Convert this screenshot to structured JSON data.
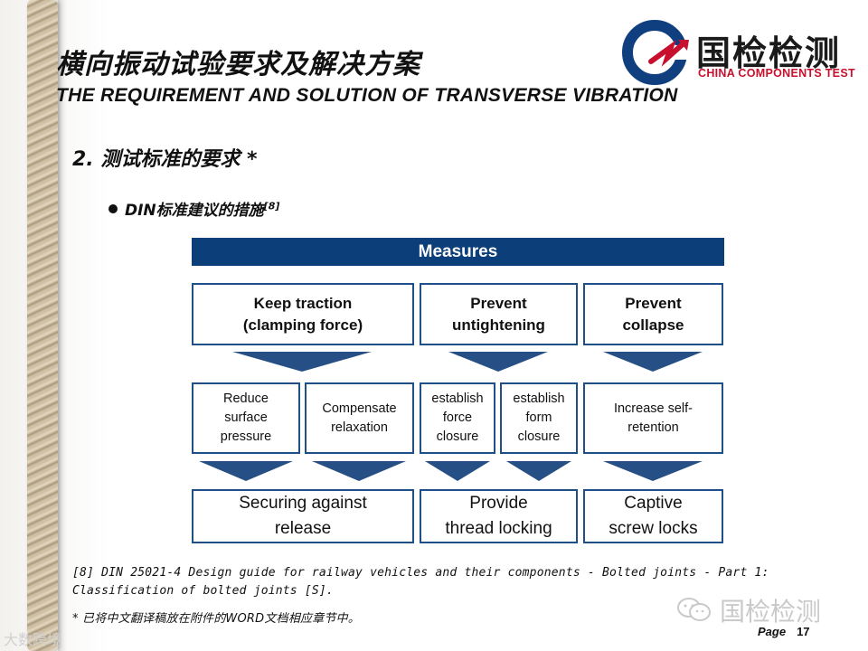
{
  "header": {
    "title_cn": "横向振动试验要求及解决方案",
    "title_en": "THE REQUIREMENT AND SOLUTION OF TRANSVERSE VIBRATION"
  },
  "logo": {
    "name_cn": "国检检测",
    "name_en": "CHINA COMPONENTS TEST",
    "colors": {
      "blue": "#0f3f7f",
      "red": "#c8102e"
    }
  },
  "section": {
    "heading": "2. 测试标准的要求 *"
  },
  "bullet": {
    "text": "DIN标准建议的措施",
    "ref": "[8]"
  },
  "diagram": {
    "header": "Measures",
    "level1": [
      "Keep traction\n(clamping force)",
      "Prevent\nuntightening",
      "Prevent\ncollapse"
    ],
    "level2": [
      "Reduce\nsurface\npressure",
      "Compensate\nrelaxation",
      "establish\nforce\nclosure",
      "establish\nform\nclosure",
      "Increase self-\nretention"
    ],
    "level3": [
      "Securing against\nrelease",
      "Provide\nthread locking",
      "Captive\nscrew locks"
    ],
    "colors": {
      "header_bg": "#0c3f7a",
      "border": "#1e4f86",
      "arrow": "#264f86"
    }
  },
  "footnotes": {
    "line1": "[8] DIN 25021-4 Design guide for railway vehicles and their components - Bolted joints - Part 1:",
    "line2": "Classification of bolted joints [S].",
    "line3": "* 已将中文翻译稿放在附件的WORD文档相应章节中。"
  },
  "watermark": {
    "text": "国检检测",
    "icon": "wechat-icon"
  },
  "corner_watermark": {
    "text": "大数跨境"
  },
  "page": {
    "label": "Page",
    "number": "17"
  }
}
